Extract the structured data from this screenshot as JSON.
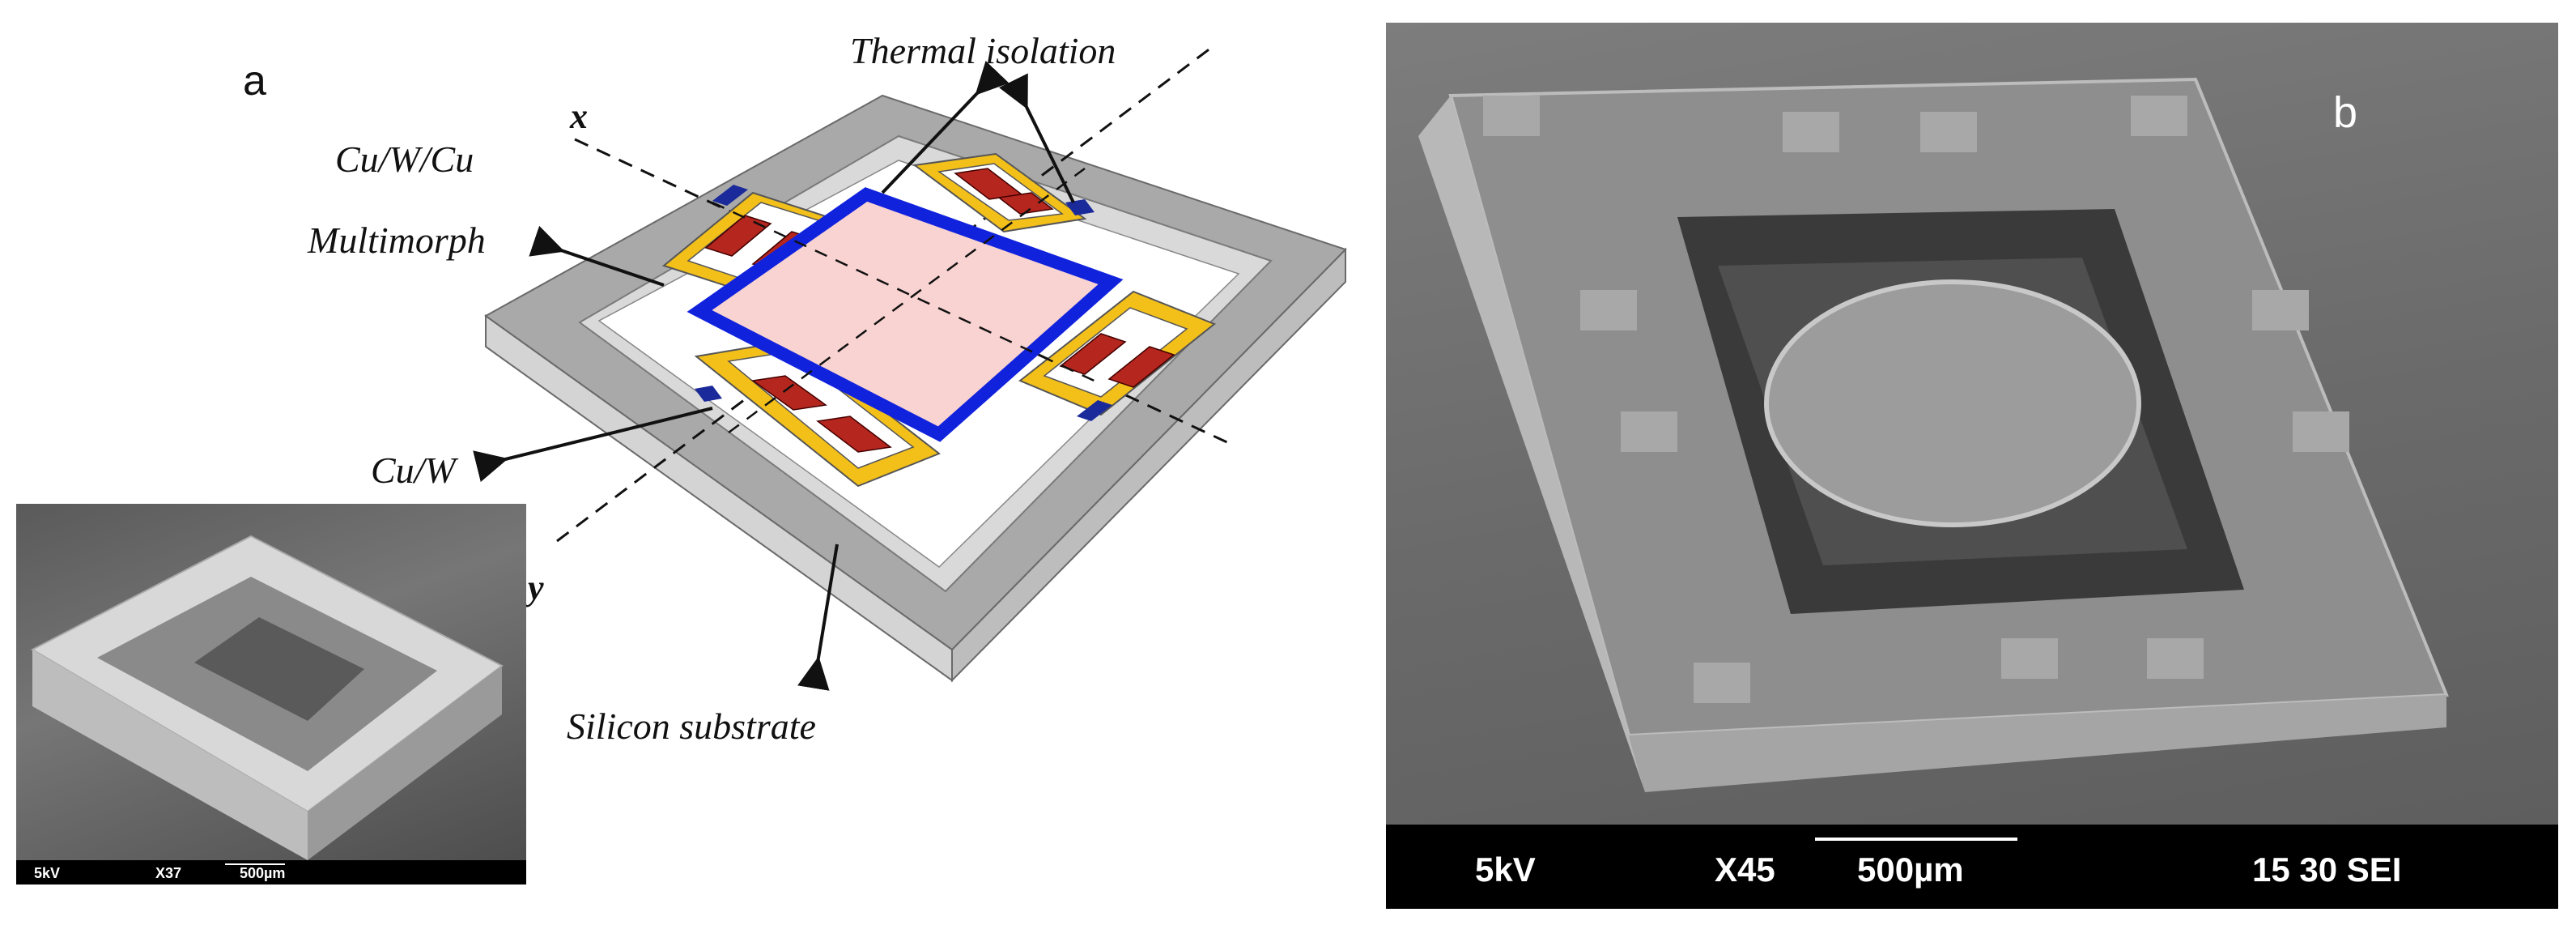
{
  "panel_a": {
    "label": "a",
    "callouts": {
      "thermal_isolation": "Thermal isolation",
      "cu_w_cu": "Cu/W/Cu",
      "multimorph": "Multimorph",
      "cu_w": "Cu/W",
      "silicon_substrate": "Silicon substrate"
    },
    "axes": {
      "x": "x",
      "y": "y"
    },
    "inset_sem": {
      "voltage": "5kV",
      "magnification": "X37",
      "scale": "500µm"
    }
  },
  "panel_b": {
    "label": "b",
    "sem": {
      "voltage": "5kV",
      "magnification": "X45",
      "scale": "500µm",
      "info": "15 30 SEI"
    }
  },
  "colors": {
    "frame_top": "#a9a9a9",
    "frame_side": "#d9d9d9",
    "mirror_plate": "#f8d3d1",
    "mirror_border": "#1122dd",
    "multimorph_gold": "#f3c01a",
    "multimorph_red": "#b5261e",
    "pad_blue": "#1a2a9a"
  }
}
